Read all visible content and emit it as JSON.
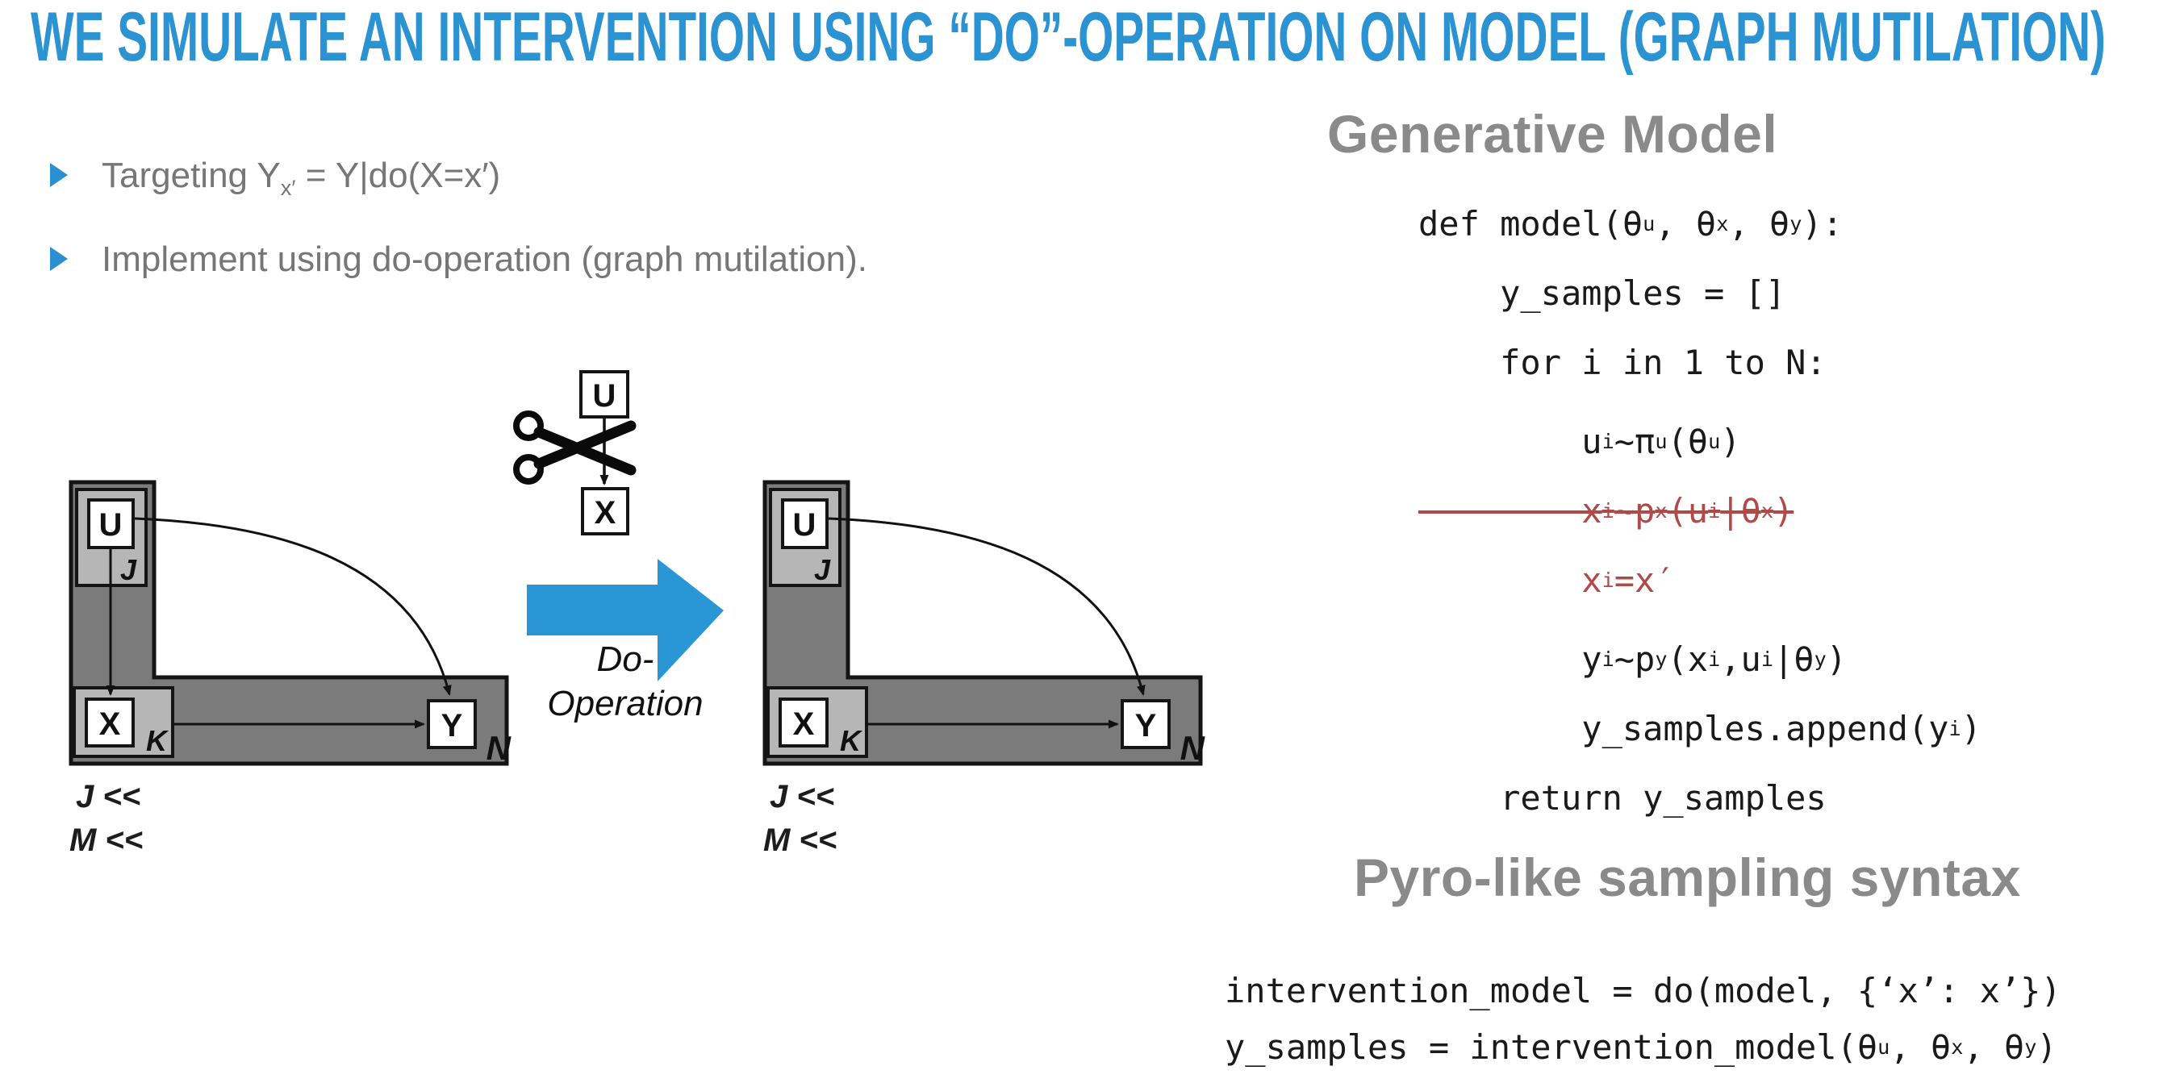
{
  "title": "WE SIMULATE AN INTERVENTION USING “DO”-OPERATION ON MODEL (GRAPH MUTILATION)",
  "bullets": [
    {
      "text": "Targeting Y‹x′› = Y|do(X=x′)"
    },
    {
      "text": "Implement using do-operation (graph mutilation)."
    }
  ],
  "diagrams": {
    "left": {
      "u": "U",
      "x": "X",
      "y": "Y",
      "j": "J",
      "k": "K",
      "n": "N",
      "captions": [
        "J <<",
        "M <<"
      ]
    },
    "right": {
      "u": "U",
      "x": "X",
      "y": "Y",
      "j": "J",
      "k": "K",
      "n": "N",
      "captions": [
        "J <<",
        "M <<"
      ]
    }
  },
  "cut_motif": {
    "top": "U",
    "bottom": "X"
  },
  "do_arrow": {
    "label_line1": "Do-",
    "label_line2": "Operation"
  },
  "generative": {
    "heading": "Generative Model",
    "code": [
      {
        "text": "def model(θ‹u›, θ‹x›, θ‹y›):",
        "cls": ""
      },
      {
        "text": "    y_samples = []",
        "cls": ""
      },
      {
        "text": "    for i in 1 to N:",
        "cls": ""
      },
      {
        "text": "        u‹i›~π‹u›(θ‹u›)",
        "cls": "gap"
      },
      {
        "text": "        x‹i›~p‹x›(u‹i›|θ‹x›)",
        "cls": "red strike"
      },
      {
        "text": "        x‹i›=x′",
        "cls": "red"
      },
      {
        "text": "        y‹i›~p‹y›(x‹i›,u‹i›|θ‹y›)",
        "cls": "gap"
      },
      {
        "text": "        y_samples.append(y‹i›)",
        "cls": ""
      },
      {
        "text": "    return y_samples",
        "cls": ""
      }
    ]
  },
  "pyro": {
    "heading": "Pyro-like sampling syntax",
    "code": [
      {
        "text": "intervention_model = do(model, {‘x’: x’})",
        "cls": ""
      },
      {
        "text": "y_samples = intervention_model(θ‹u›, θ‹x›, θ‹y›)",
        "cls": ""
      }
    ]
  },
  "colors": {
    "accent_blue": "#2C93D2",
    "body_gray": "#767676",
    "heading_gray": "#8A8A8A",
    "code_red": "#B04A48",
    "plate_dark": "#7B7B7B",
    "plate_light": "#B6B6B6"
  }
}
